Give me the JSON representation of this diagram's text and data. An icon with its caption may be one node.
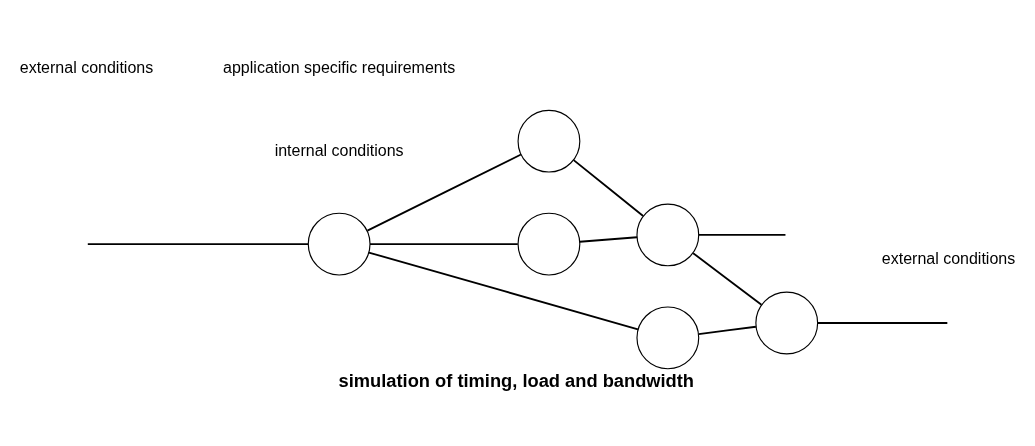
{
  "diagram": {
    "caption": "simulation of timing, load and bandwidth",
    "nodes": [
      {
        "text": [],
        "shape": "circle"
      },
      {
        "text": [],
        "shape": "circle"
      },
      {
        "text": [],
        "shape": "circle"
      },
      {
        "text": [],
        "shape": "circle"
      },
      {
        "text": [],
        "shape": "circle"
      },
      {
        "text": [],
        "shape": "circle"
      }
    ],
    "edges": [
      {
        "from": null,
        "to": 0,
        "arrow": "none"
      },
      {
        "from": 0,
        "to": 1,
        "arrow": "none"
      },
      {
        "from": 0,
        "to": 2,
        "arrow": "none"
      },
      {
        "from": 1,
        "to": 3,
        "arrow": "none"
      },
      {
        "from": 2,
        "to": 3,
        "arrow": "none"
      },
      {
        "from": 0,
        "to": 4,
        "arrow": "none"
      },
      {
        "from": 3,
        "to": 5,
        "arrow": "none"
      },
      {
        "from": 4,
        "to": 5,
        "arrow": "none"
      },
      {
        "from": 3,
        "to": null,
        "arrow": "none"
      },
      {
        "from": 5,
        "to": null,
        "arrow": "none"
      }
    ],
    "labels": [
      "external conditions",
      "external conditions",
      "application specific requirements",
      "internal conditions"
    ]
  }
}
